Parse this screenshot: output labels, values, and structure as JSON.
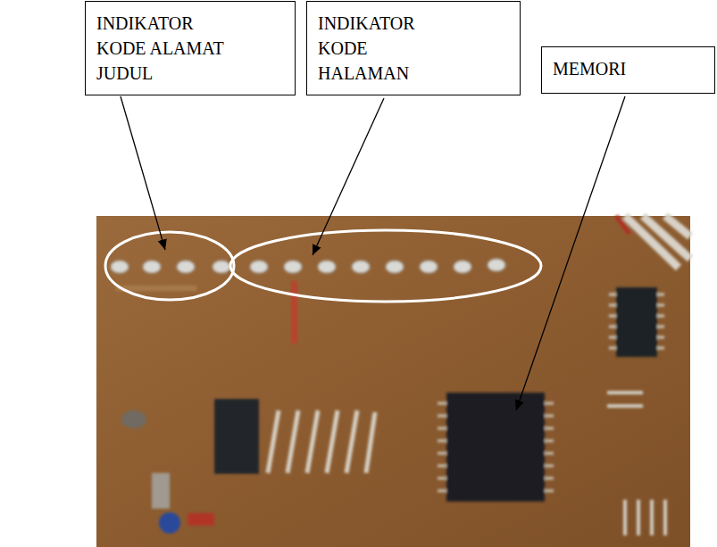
{
  "diagram": {
    "nodes": [
      {
        "text": [
          "INDIKATOR KODE ALAMAT JUDUL"
        ]
      },
      {
        "text": [
          "INDIKATOR KODE HALAMAN"
        ]
      },
      {
        "text": [
          "MEMORI"
        ]
      }
    ]
  }
}
